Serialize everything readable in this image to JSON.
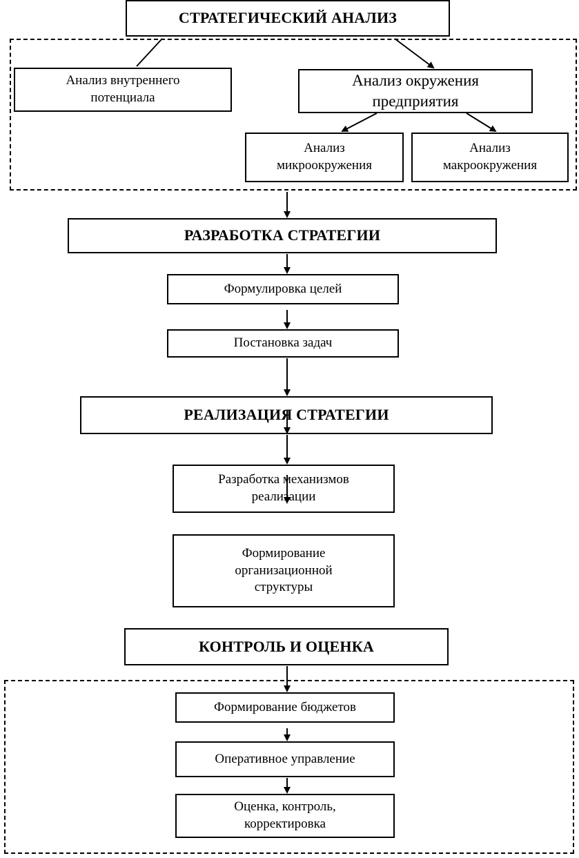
{
  "stages": {
    "analysis": {
      "title": "СТРАТЕГИЧЕСКИЙ АНАЛИЗ",
      "internal": "Анализ внутреннего\nпотенциала",
      "environment": "Анализ окружения\nпредприятия",
      "micro": "Анализ\nмикроокружения",
      "macro": "Анализ\nмакроокружения"
    },
    "development": {
      "title": "РАЗРАБОТКА СТРАТЕГИИ",
      "goals": "Формулировка целей",
      "tasks": "Постановка задач"
    },
    "implementation": {
      "title": "РЕАЛИЗАЦИЯ СТРАТЕГИИ",
      "mechanisms": "Разработка механизмов\nреализации",
      "structure": "Формирование\nорганизационной\nструктуры"
    },
    "control": {
      "title": "КОНТРОЛЬ И ОЦЕНКА",
      "budgets": "Формирование бюджетов",
      "operational": "Оперативное управление",
      "evaluation": "Оценка, контроль,\nкорректировка"
    }
  }
}
